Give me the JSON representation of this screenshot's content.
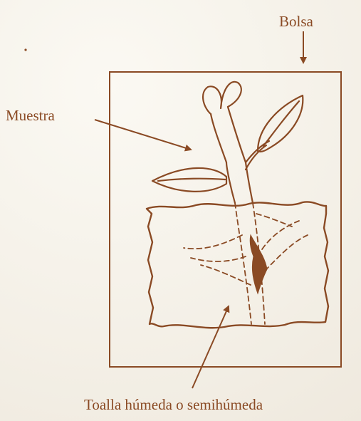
{
  "labels": {
    "bag": "Bolsa",
    "sample": "Muestra",
    "towel": "Toalla húmeda o semihúmeda"
  },
  "colors": {
    "ink": "#8a4a24",
    "background": "#f6f3ec"
  }
}
